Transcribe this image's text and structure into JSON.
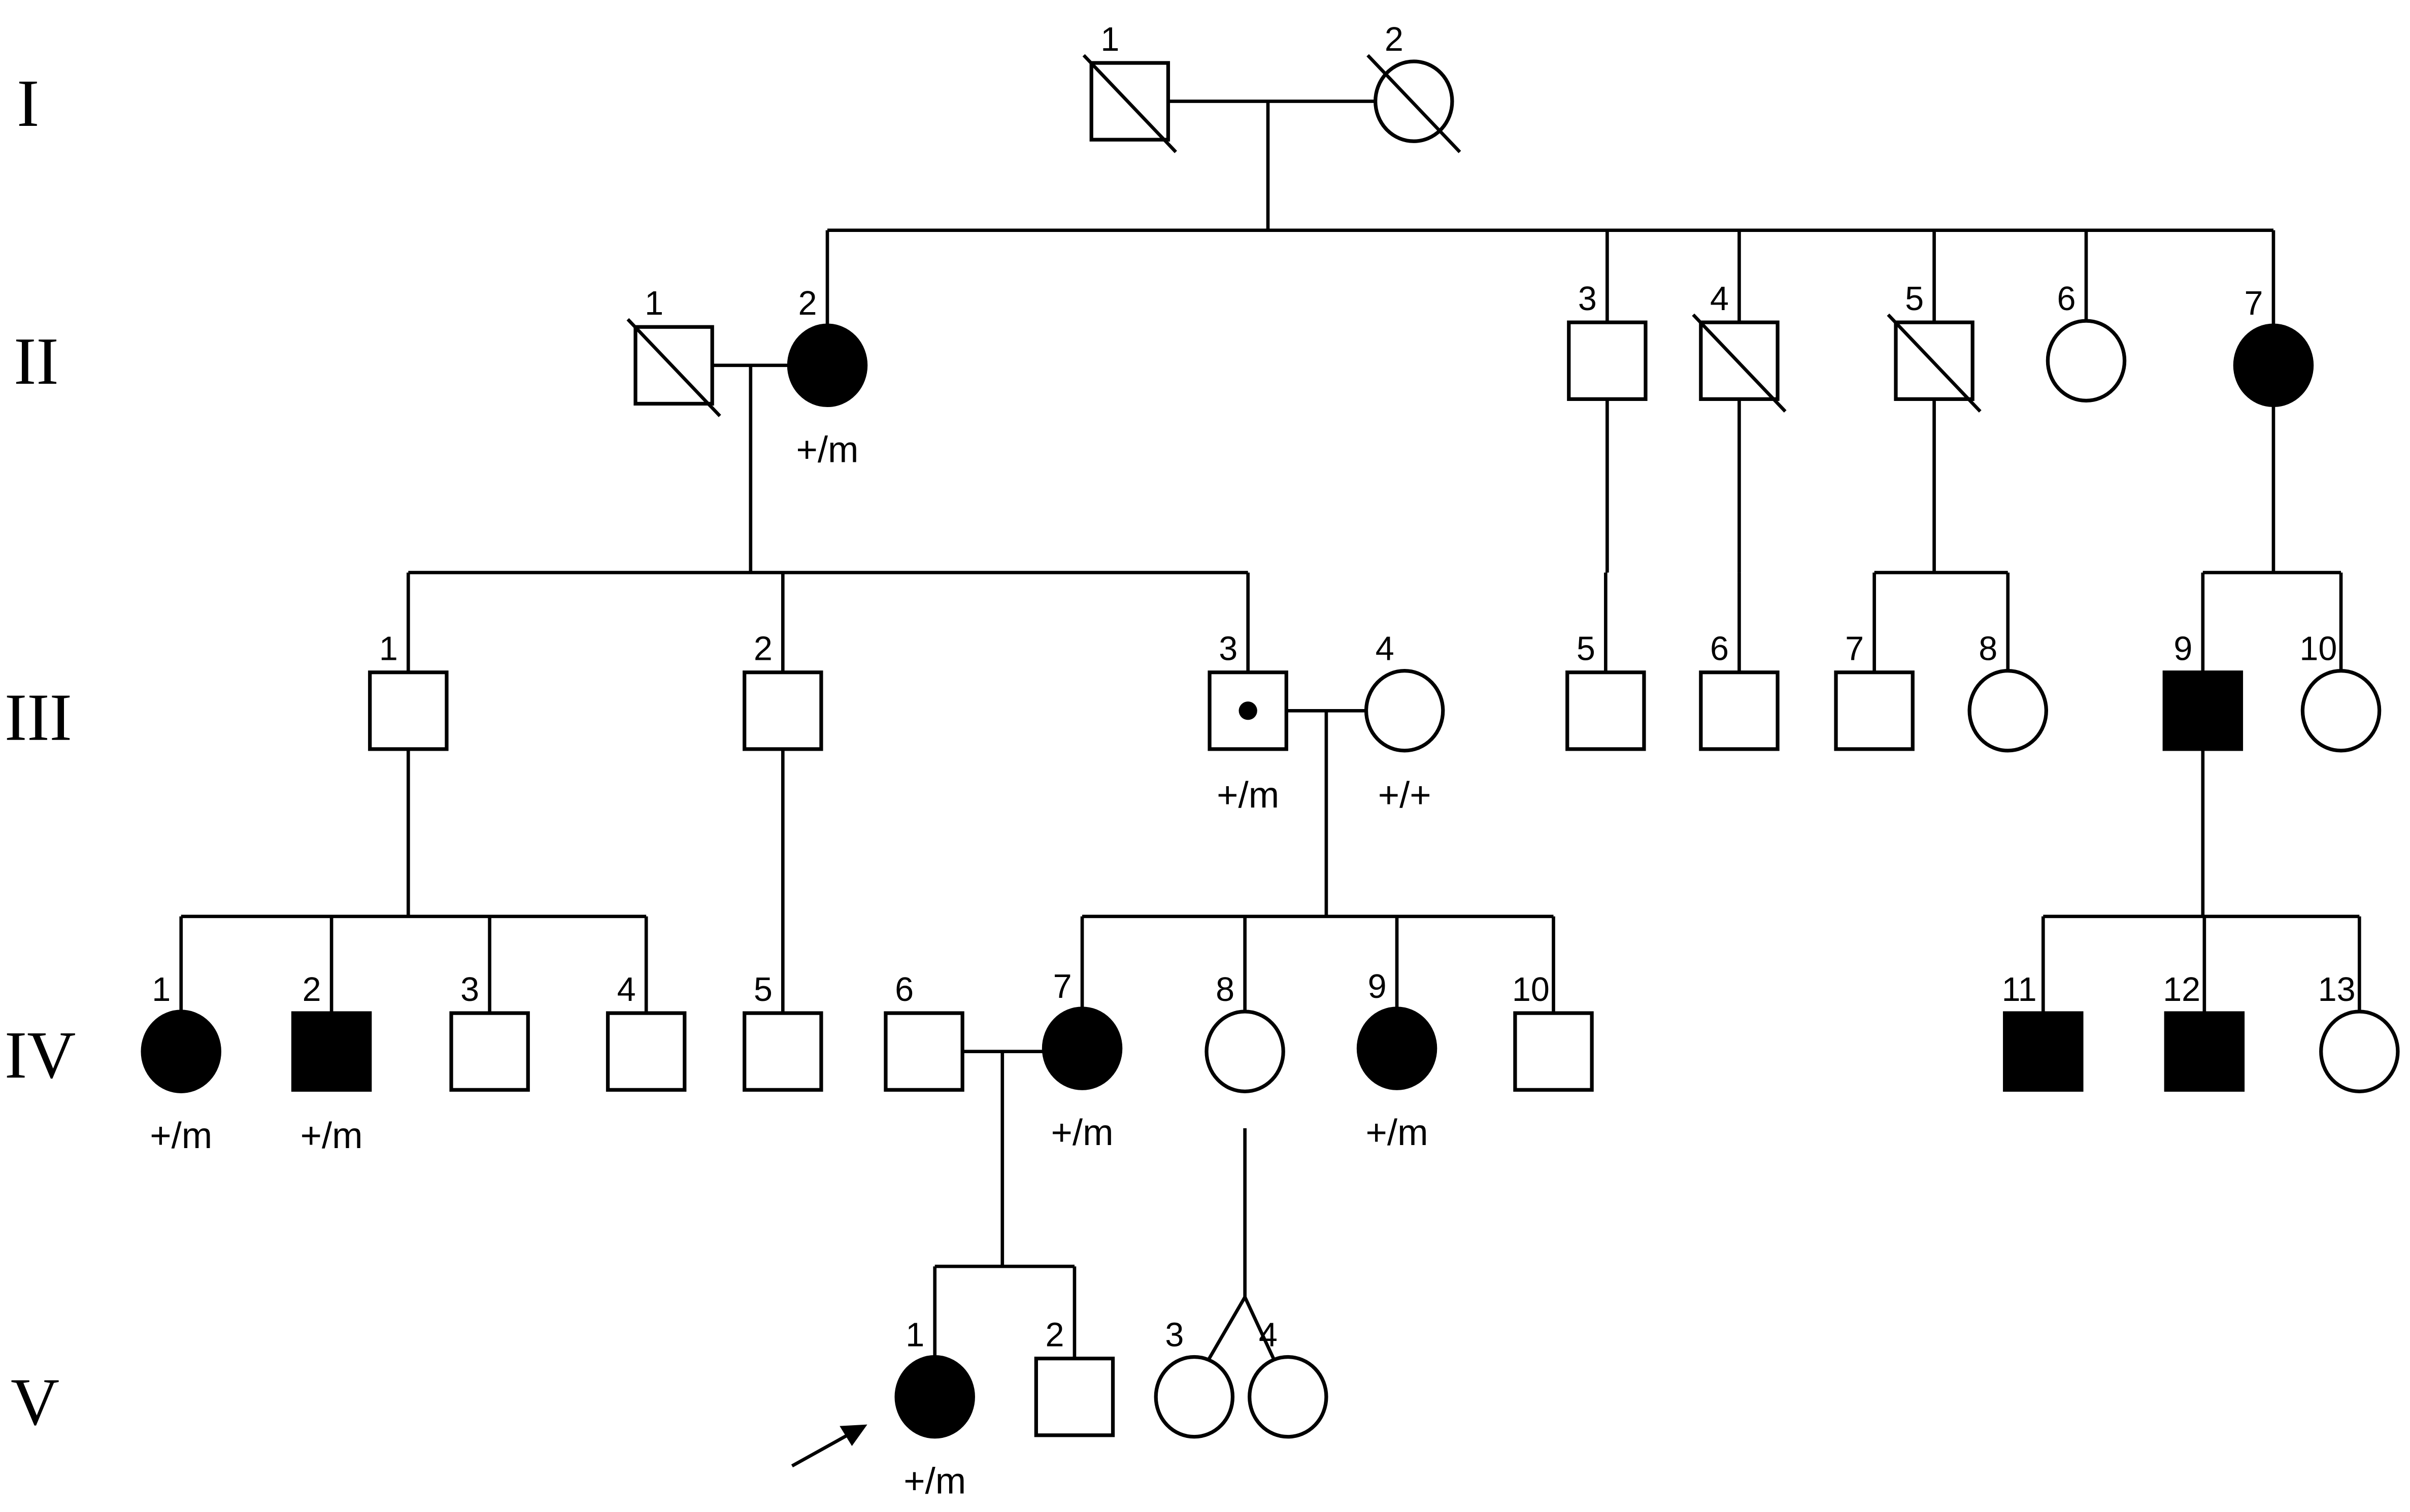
{
  "figure": {
    "type": "pedigree",
    "generations": [
      "I",
      "II",
      "III",
      "IV",
      "V"
    ],
    "colors": {
      "line": "#000000",
      "affected": "#000000",
      "unaffected": "#ffffff"
    },
    "individuals": [
      {
        "id": "I-1",
        "gen": "I",
        "num": "1",
        "sex": "male",
        "affected": false,
        "deceased": true
      },
      {
        "id": "I-2",
        "gen": "I",
        "num": "2",
        "sex": "female",
        "affected": false,
        "deceased": true
      },
      {
        "id": "II-1",
        "gen": "II",
        "num": "1",
        "sex": "male",
        "affected": false,
        "deceased": true
      },
      {
        "id": "II-2",
        "gen": "II",
        "num": "2",
        "sex": "female",
        "affected": true,
        "genotype": "+/m"
      },
      {
        "id": "II-3",
        "gen": "II",
        "num": "3",
        "sex": "male",
        "affected": false
      },
      {
        "id": "II-4",
        "gen": "II",
        "num": "4",
        "sex": "male",
        "affected": false,
        "deceased": true
      },
      {
        "id": "II-5",
        "gen": "II",
        "num": "5",
        "sex": "male",
        "affected": false,
        "deceased": true
      },
      {
        "id": "II-6",
        "gen": "II",
        "num": "6",
        "sex": "female",
        "affected": false
      },
      {
        "id": "II-7",
        "gen": "II",
        "num": "7",
        "sex": "female",
        "affected": true
      },
      {
        "id": "III-1",
        "gen": "III",
        "num": "1",
        "sex": "male",
        "affected": false
      },
      {
        "id": "III-2",
        "gen": "III",
        "num": "2",
        "sex": "male",
        "affected": false
      },
      {
        "id": "III-3",
        "gen": "III",
        "num": "3",
        "sex": "male",
        "affected": false,
        "carrier": true,
        "genotype": "+/m"
      },
      {
        "id": "III-4",
        "gen": "III",
        "num": "4",
        "sex": "female",
        "affected": false,
        "genotype": "+/+"
      },
      {
        "id": "III-5",
        "gen": "III",
        "num": "5",
        "sex": "male",
        "affected": false
      },
      {
        "id": "III-6",
        "gen": "III",
        "num": "6",
        "sex": "male",
        "affected": false
      },
      {
        "id": "III-7",
        "gen": "III",
        "num": "7",
        "sex": "male",
        "affected": false
      },
      {
        "id": "III-8",
        "gen": "III",
        "num": "8",
        "sex": "female",
        "affected": false
      },
      {
        "id": "III-9",
        "gen": "III",
        "num": "9",
        "sex": "male",
        "affected": true
      },
      {
        "id": "III-10",
        "gen": "III",
        "num": "10",
        "sex": "female",
        "affected": false
      },
      {
        "id": "IV-1",
        "gen": "IV",
        "num": "1",
        "sex": "female",
        "affected": true,
        "genotype": "+/m"
      },
      {
        "id": "IV-2",
        "gen": "IV",
        "num": "2",
        "sex": "male",
        "affected": true,
        "genotype": "+/m"
      },
      {
        "id": "IV-3",
        "gen": "IV",
        "num": "3",
        "sex": "male",
        "affected": false
      },
      {
        "id": "IV-4",
        "gen": "IV",
        "num": "4",
        "sex": "male",
        "affected": false
      },
      {
        "id": "IV-5",
        "gen": "IV",
        "num": "5",
        "sex": "male",
        "affected": false
      },
      {
        "id": "IV-6",
        "gen": "IV",
        "num": "6",
        "sex": "male",
        "affected": false
      },
      {
        "id": "IV-7",
        "gen": "IV",
        "num": "7",
        "sex": "female",
        "affected": true,
        "genotype": "+/m"
      },
      {
        "id": "IV-8",
        "gen": "IV",
        "num": "8",
        "sex": "female",
        "affected": false
      },
      {
        "id": "IV-9",
        "gen": "IV",
        "num": "9",
        "sex": "female",
        "affected": true,
        "genotype": "+/m"
      },
      {
        "id": "IV-10",
        "gen": "IV",
        "num": "10",
        "sex": "male",
        "affected": false
      },
      {
        "id": "IV-11",
        "gen": "IV",
        "num": "11",
        "sex": "male",
        "affected": true
      },
      {
        "id": "IV-12",
        "gen": "IV",
        "num": "12",
        "sex": "male",
        "affected": true
      },
      {
        "id": "IV-13",
        "gen": "IV",
        "num": "13",
        "sex": "female",
        "affected": false
      },
      {
        "id": "V-1",
        "gen": "V",
        "num": "1",
        "sex": "female",
        "affected": true,
        "proband": true,
        "genotype": "+/m"
      },
      {
        "id": "V-2",
        "gen": "V",
        "num": "2",
        "sex": "male",
        "affected": false
      },
      {
        "id": "V-3",
        "gen": "V",
        "num": "3",
        "sex": "female",
        "affected": false,
        "twin": "V-4"
      },
      {
        "id": "V-4",
        "gen": "V",
        "num": "4",
        "sex": "female",
        "affected": false,
        "twin": "V-3"
      }
    ],
    "matings": [
      {
        "partners": [
          "I-1",
          "I-2"
        ],
        "children": [
          "II-2",
          "II-3",
          "II-4",
          "II-5",
          "II-6",
          "II-7"
        ]
      },
      {
        "partners": [
          "II-1",
          "II-2"
        ],
        "children": [
          "III-1",
          "III-2",
          "III-3"
        ]
      },
      {
        "parent": "II-3",
        "children": [
          "III-5"
        ]
      },
      {
        "parent": "II-4",
        "children": [
          "III-6"
        ]
      },
      {
        "parent": "II-5",
        "children": [
          "III-7",
          "III-8"
        ]
      },
      {
        "parent": "II-7",
        "children": [
          "III-9",
          "III-10"
        ]
      },
      {
        "parent": "III-1",
        "children": [
          "IV-1",
          "IV-2",
          "IV-3",
          "IV-4"
        ]
      },
      {
        "parent": "III-2",
        "children": [
          "IV-5"
        ]
      },
      {
        "partners": [
          "III-3",
          "III-4"
        ],
        "children": [
          "IV-7",
          "IV-8",
          "IV-9",
          "IV-10"
        ]
      },
      {
        "parent": "III-9",
        "children": [
          "IV-11",
          "IV-12",
          "IV-13"
        ]
      },
      {
        "partners": [
          "IV-6",
          "IV-7"
        ],
        "children": [
          "V-1",
          "V-2"
        ]
      },
      {
        "parent": "IV-8",
        "children": [
          "V-3",
          "V-4"
        ],
        "twins": true
      }
    ]
  }
}
